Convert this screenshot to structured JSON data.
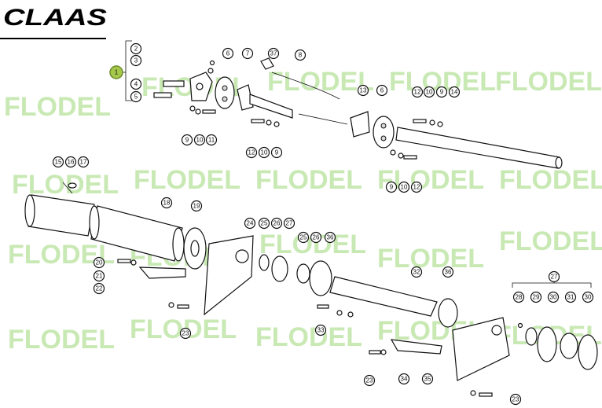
{
  "brand": {
    "logo_text": "CLAAS"
  },
  "watermark": {
    "text": "FLODEL"
  },
  "highlight": {
    "color": "#a5c84b"
  },
  "callouts": [
    {
      "label": "1",
      "highlight": true
    },
    {
      "label": "2"
    },
    {
      "label": "3"
    },
    {
      "label": "4"
    },
    {
      "label": "5"
    },
    {
      "label": "6"
    },
    {
      "label": "7"
    },
    {
      "label": "37"
    },
    {
      "label": "8"
    },
    {
      "label": "9"
    },
    {
      "label": "10"
    },
    {
      "label": "11"
    },
    {
      "label": "12"
    },
    {
      "label": "10"
    },
    {
      "label": "9"
    },
    {
      "label": "13"
    },
    {
      "label": "6"
    },
    {
      "label": "12"
    },
    {
      "label": "10"
    },
    {
      "label": "9"
    },
    {
      "label": "14"
    },
    {
      "label": "9"
    },
    {
      "label": "10"
    },
    {
      "label": "12"
    },
    {
      "label": "15"
    },
    {
      "label": "16"
    },
    {
      "label": "17"
    },
    {
      "label": "18"
    },
    {
      "label": "19"
    },
    {
      "label": "20"
    },
    {
      "label": "21"
    },
    {
      "label": "22"
    },
    {
      "label": "23"
    },
    {
      "label": "24"
    },
    {
      "label": "25"
    },
    {
      "label": "26"
    },
    {
      "label": "27"
    },
    {
      "label": "25"
    },
    {
      "label": "26"
    },
    {
      "label": "36"
    },
    {
      "label": "33"
    },
    {
      "label": "32"
    },
    {
      "label": "36"
    },
    {
      "label": "27"
    },
    {
      "label": "28"
    },
    {
      "label": "29"
    },
    {
      "label": "30"
    },
    {
      "label": "31"
    },
    {
      "label": "30"
    },
    {
      "label": "23"
    },
    {
      "label": "34"
    },
    {
      "label": "35"
    },
    {
      "label": "23"
    }
  ]
}
